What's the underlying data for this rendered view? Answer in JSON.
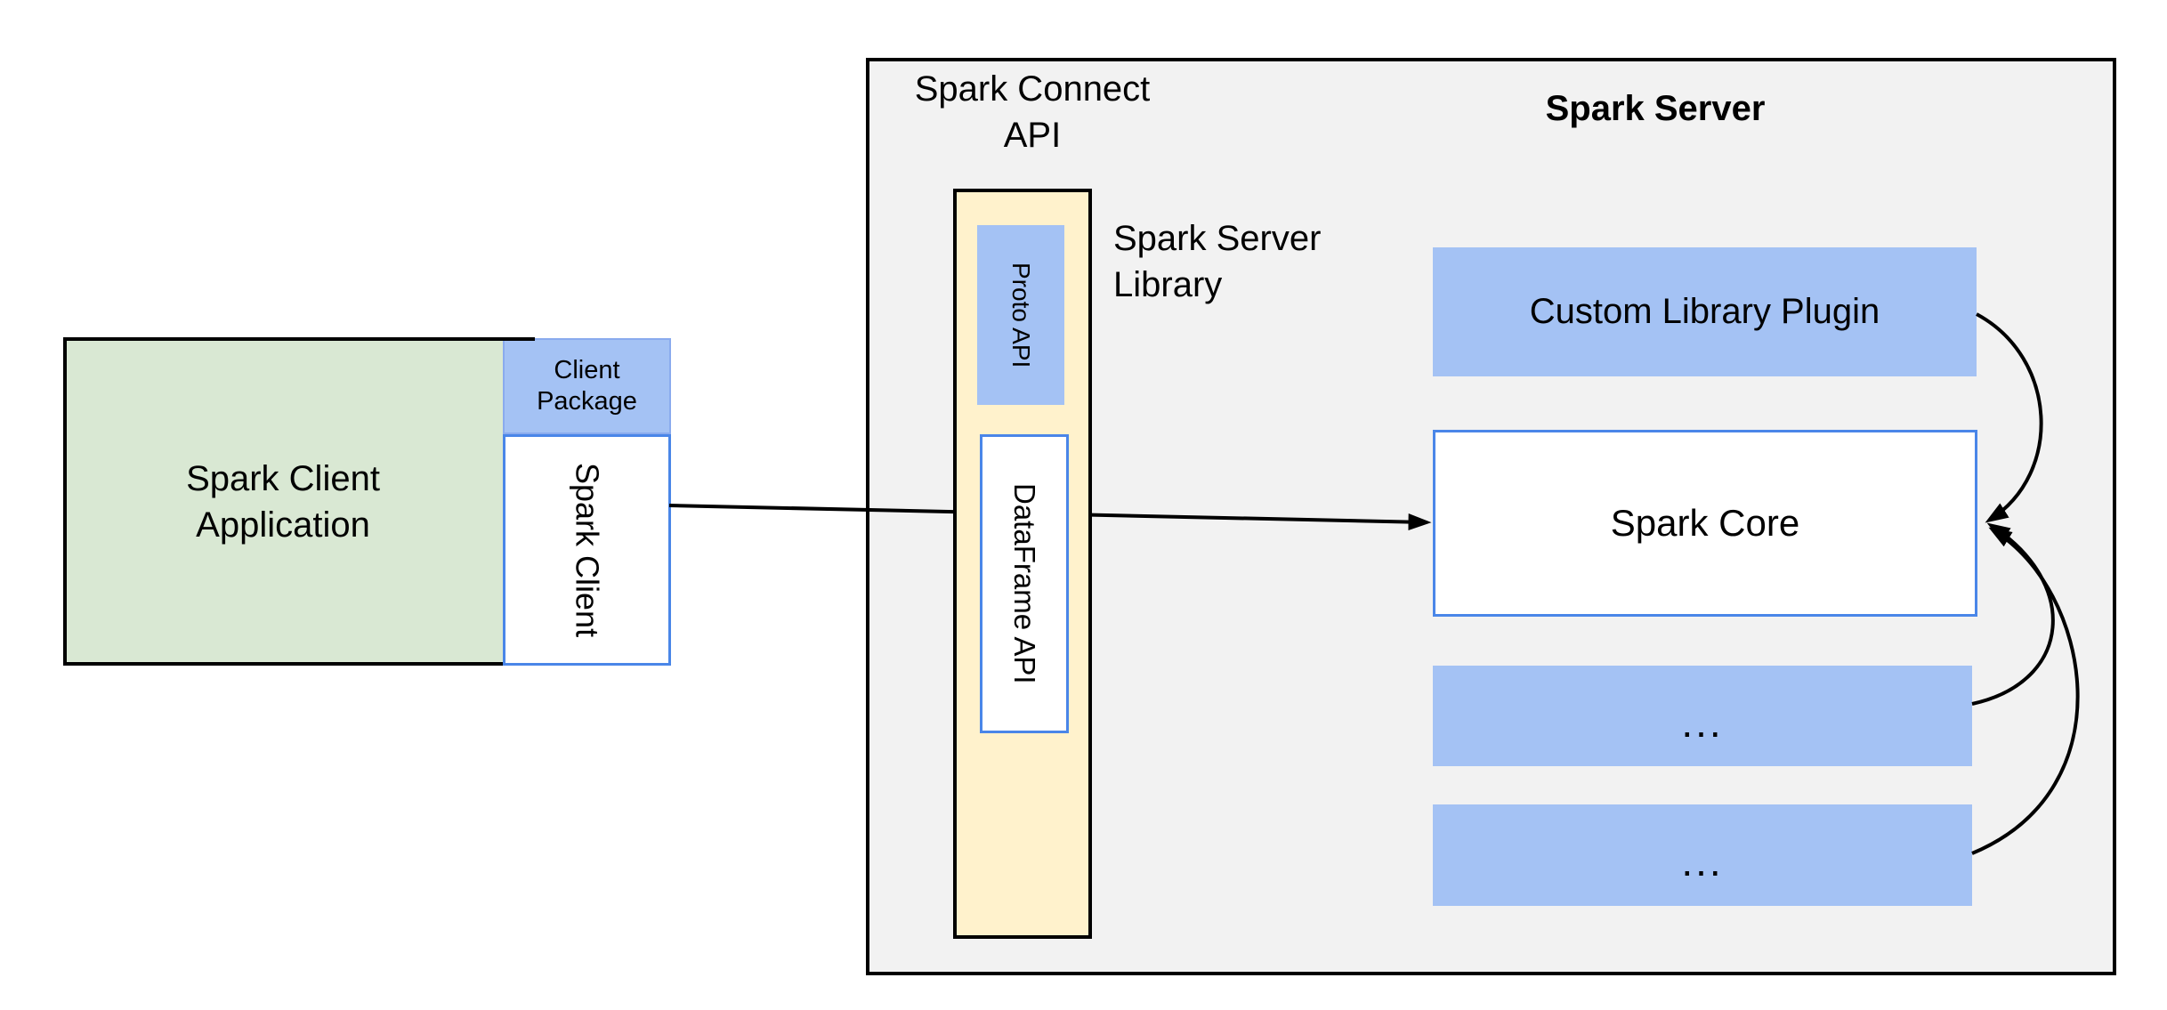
{
  "diagram": {
    "client_side": {
      "application_line1": "Spark Client",
      "application_line2": "Application",
      "package_line1": "Client",
      "package_line2": "Package",
      "spark_client_label": "Spark Client"
    },
    "connect_api": {
      "title_line1": "Spark Connect",
      "title_line2": "API",
      "proto_api_label": "Proto API",
      "dataframe_api_label": "DataFrame API",
      "server_library_line1": "Spark Server",
      "server_library_line2": "Library"
    },
    "server_side": {
      "title": "Spark Server",
      "plugin_label": "Custom Library Plugin",
      "core_label": "Spark Core",
      "ellipsis_box1": "...",
      "ellipsis_box2": "..."
    },
    "colors": {
      "green_fill": "#d9e8d3",
      "blue_fill": "#a4c2f4",
      "yellow_fill": "#fff2cc",
      "gray_fill": "#f2f2f2",
      "blue_border": "#4a86e8",
      "line_color": "#000000",
      "background": "#ffffff"
    }
  }
}
